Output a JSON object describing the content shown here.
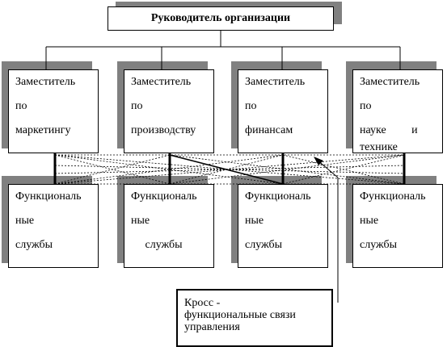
{
  "head": {
    "title": "Руководитель организации"
  },
  "deputies": [
    {
      "lines": [
        "Заместитель",
        "по",
        "маркетингу"
      ]
    },
    {
      "lines": [
        "Заместитель",
        "по",
        "производству"
      ]
    },
    {
      "lines": [
        "Заместитель",
        "по",
        "финансам"
      ]
    },
    {
      "lines": [
        "Заместитель",
        "по",
        "науке         и",
        "технике"
      ]
    }
  ],
  "services": [
    {
      "lines": [
        "Функциональ",
        "ные",
        "службы"
      ]
    },
    {
      "lines": [
        "Функциональ",
        "ные",
        "     службы"
      ]
    },
    {
      "lines": [
        "Функциональ",
        "ные",
        "службы"
      ]
    },
    {
      "lines": [
        "Функциональ",
        "ные",
        "службы"
      ]
    }
  ],
  "note": {
    "lines": [
      "Кросс  -",
      "функциональные связи",
      "управления"
    ]
  }
}
